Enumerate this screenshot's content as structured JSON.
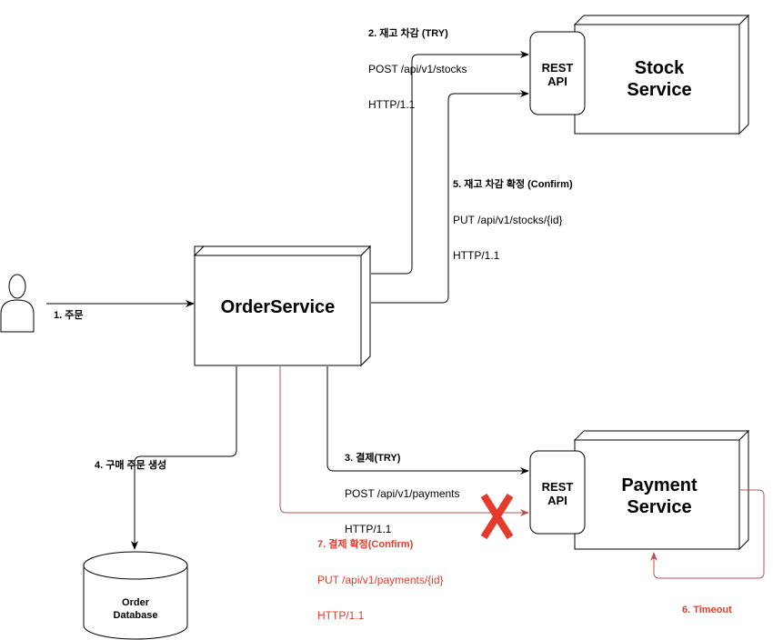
{
  "colors": {
    "line": "#000000",
    "confirm_red": "#e53b2c",
    "timeout_arrow": "#b85450",
    "fill": "#ffffff"
  },
  "nodes": {
    "user": {
      "icon": "person-icon"
    },
    "order_service": {
      "title": "OrderService"
    },
    "stock_service": {
      "title_line1": "Stock",
      "title_line2": "Service",
      "api_line1": "REST",
      "api_line2": "API"
    },
    "payment_service": {
      "title_line1": "Payment",
      "title_line2": "Service",
      "api_line1": "REST",
      "api_line2": "API"
    },
    "order_database": {
      "line1": "Order",
      "line2": "Database"
    }
  },
  "edges": {
    "order": {
      "label": "1. 주문"
    },
    "stock_try": {
      "line1": "2. 재고 차감 (TRY)",
      "line2": "POST /api/v1/stocks",
      "line3": "HTTP/1.1"
    },
    "payment_try": {
      "line1": "3. 결제(TRY)",
      "line2": "POST /api/v1/payments",
      "line3": "HTTP/1.1"
    },
    "create_order": {
      "label": "4. 구매 주문 생성"
    },
    "stock_confirm": {
      "line1": "5. 재고 차감 확정 (Confirm)",
      "line2": "PUT /api/v1/stocks/{id}",
      "line3": "HTTP/1.1"
    },
    "timeout": {
      "label": "6. Timeout"
    },
    "payment_confirm": {
      "line1": "7. 결제 확정(Confirm)",
      "line2": "PUT /api/v1/payments/{id}",
      "line3": "HTTP/1.1",
      "failure_icon": "x-mark-icon"
    }
  }
}
